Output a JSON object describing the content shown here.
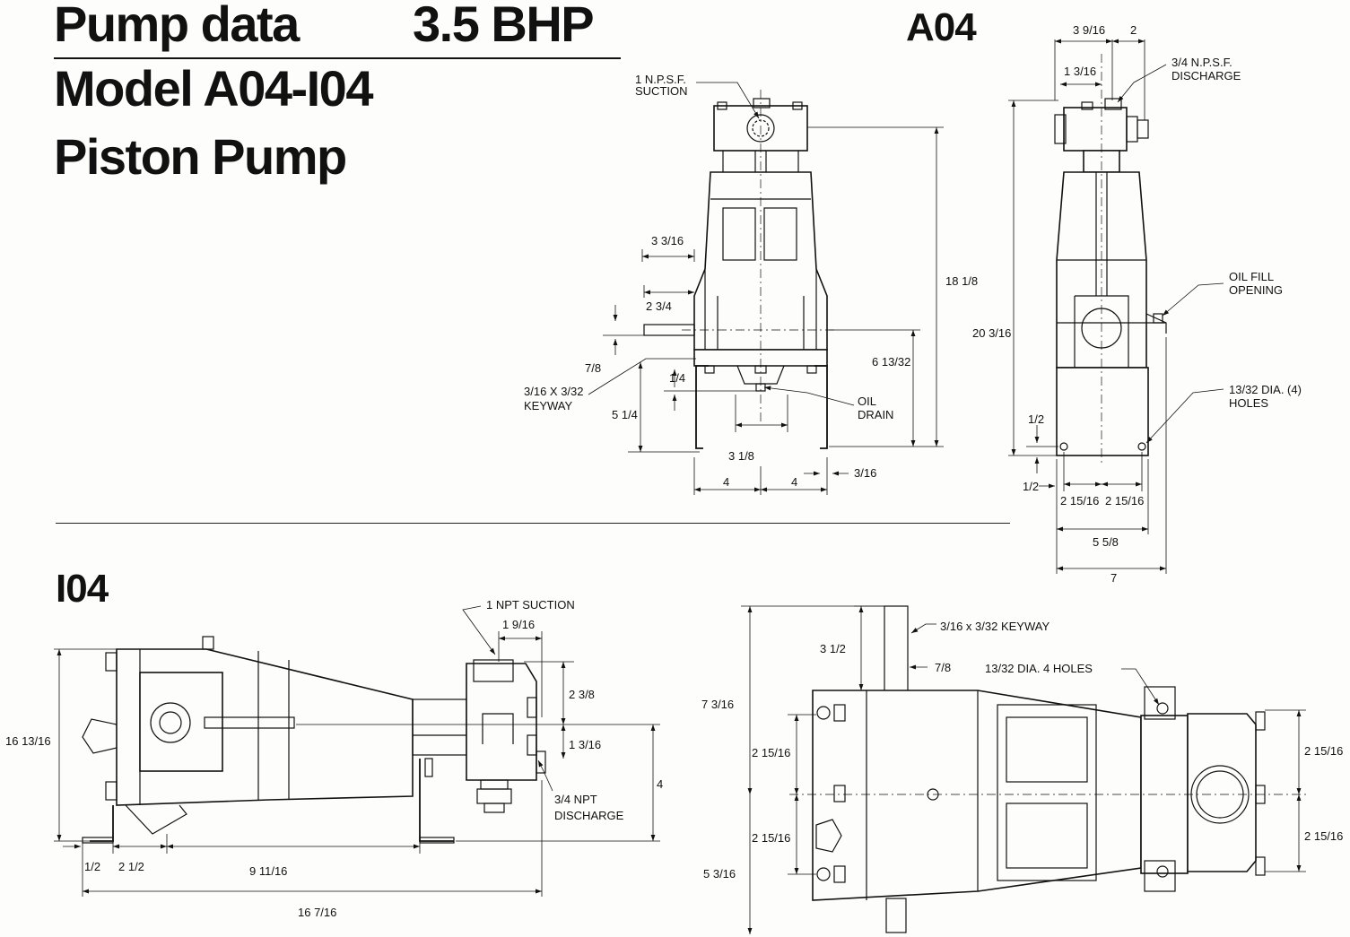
{
  "header": {
    "title_line1_left": "Pump data",
    "title_line1_right": "3.5 BHP",
    "title_line2": "Model A04-I04",
    "title_line3": "Piston Pump"
  },
  "sections": {
    "top": "A04",
    "bottom": "I04"
  },
  "a04_front": {
    "suction_l1": "1 N.P.S.F.",
    "suction_l2": "SUCTION",
    "dim_3_3_16": "3 3/16",
    "dim_2_3_4": "2 3/4",
    "dim_7_8": "7/8",
    "keyway_l1": "3/16 X 3/32",
    "keyway_l2": "KEYWAY",
    "dim_1_4": "1/4",
    "dim_5_1_4": "5 1/4",
    "dim_3_1_8": "3 1/8",
    "dim_4a": "4",
    "dim_4b": "4",
    "dim_3_16": "3/16",
    "oil_drain_l1": "OIL",
    "oil_drain_l2": "DRAIN",
    "dim_6_13_32": "6 13/32",
    "dim_18_1_8": "18 1/8"
  },
  "a04_side": {
    "dim_3_9_16": "3 9/16",
    "dim_2": "2",
    "dim_1_3_16": "1 3/16",
    "discharge_l1": "3/4 N.P.S.F.",
    "discharge_l2": "DISCHARGE",
    "oil_fill_l1": "OIL FILL",
    "oil_fill_l2": "OPENING",
    "dim_20_3_16": "20 3/16",
    "holes_l1": "13/32 DIA. (4)",
    "holes_l2": "HOLES",
    "dim_1_2a": "1/2",
    "dim_1_2b": "1/2",
    "dim_2_15_16a": "2 15/16",
    "dim_2_15_16b": "2 15/16",
    "dim_5_5_8": "5 5/8",
    "dim_7": "7"
  },
  "i04_side": {
    "suction": "1 NPT SUCTION",
    "dim_1_9_16": "1 9/16",
    "dim_2_3_8": "2 3/8",
    "dim_1_3_16": "1 3/16",
    "dim_4": "4",
    "discharge_l1": "3/4 NPT",
    "discharge_l2": "DISCHARGE",
    "dim_16_13_16": "16 13/16",
    "dim_1_2": "1/2",
    "dim_2_1_2": "2 1/2",
    "dim_9_11_16": "9 11/16",
    "dim_16_7_16": "16 7/16"
  },
  "i04_top": {
    "keyway": "3/16 x 3/32 KEYWAY",
    "dim_3_1_2": "3 1/2",
    "dim_7_8": "7/8",
    "holes": "13/32 DIA. 4 HOLES",
    "dim_7_3_16": "7 3/16",
    "dim_2_15_16a": "2 15/16",
    "dim_2_15_16b": "2 15/16",
    "dim_5_3_16": "5 3/16",
    "dim_2_15_16c": "2 15/16",
    "dim_2_15_16d": "2 15/16"
  }
}
